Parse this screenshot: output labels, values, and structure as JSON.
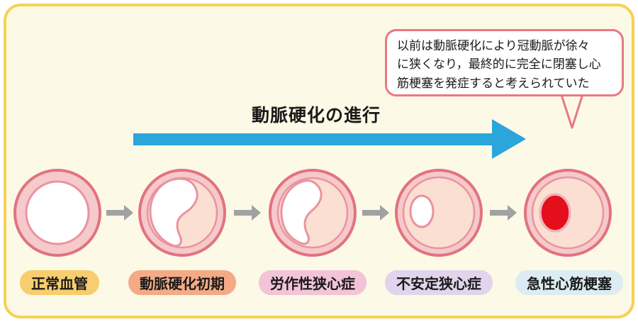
{
  "diagram": {
    "title": "動脈硬化の進行",
    "callout": {
      "lines": [
        "以前は動脈硬化により冠動脈が徐々",
        "に狭くなり，最終的に完全に閉塞し心",
        "筋梗塞を発症すると考えられていた"
      ]
    },
    "stages": [
      {
        "label": "正常血管",
        "badge_color": "#f8cd6f",
        "vessel": "normal-open-lumen"
      },
      {
        "label": "動脈硬化初期",
        "badge_color": "#f4ab85",
        "vessel": "early-plaque-comma-lumen"
      },
      {
        "label": "労作性狭心症",
        "badge_color": "#f3c3d8",
        "vessel": "narrowed-s-shaped-lumen"
      },
      {
        "label": "不安定狭心症",
        "badge_color": "#e2d4ec",
        "vessel": "severely-narrowed-small-lumen"
      },
      {
        "label": "急性心筋梗塞",
        "badge_color": "#dcecf2",
        "vessel": "occluded-red-thrombus"
      }
    ],
    "icons": {
      "progress_arrow": "right-arrow-blue",
      "step_arrow": "right-arrow-gray",
      "callout_tail": "speech-bubble-tail-down"
    },
    "colors": {
      "frame_border": "#f7d152",
      "canvas_bg": "#fcf9e6",
      "bubble_border": "#e87983",
      "arrow_blue": "#2aa6da",
      "arrow_gray": "#a1a1a1",
      "ring_fill": "#f6c9cc",
      "ring_stroke": "#e1737f",
      "lumen_stroke": "#e8949f",
      "plaque_fill": "#fbdfd2",
      "thrombus_red": "#e3101c",
      "thrombus_ring": "#efb4bd",
      "text": "#1a1a1a"
    }
  }
}
